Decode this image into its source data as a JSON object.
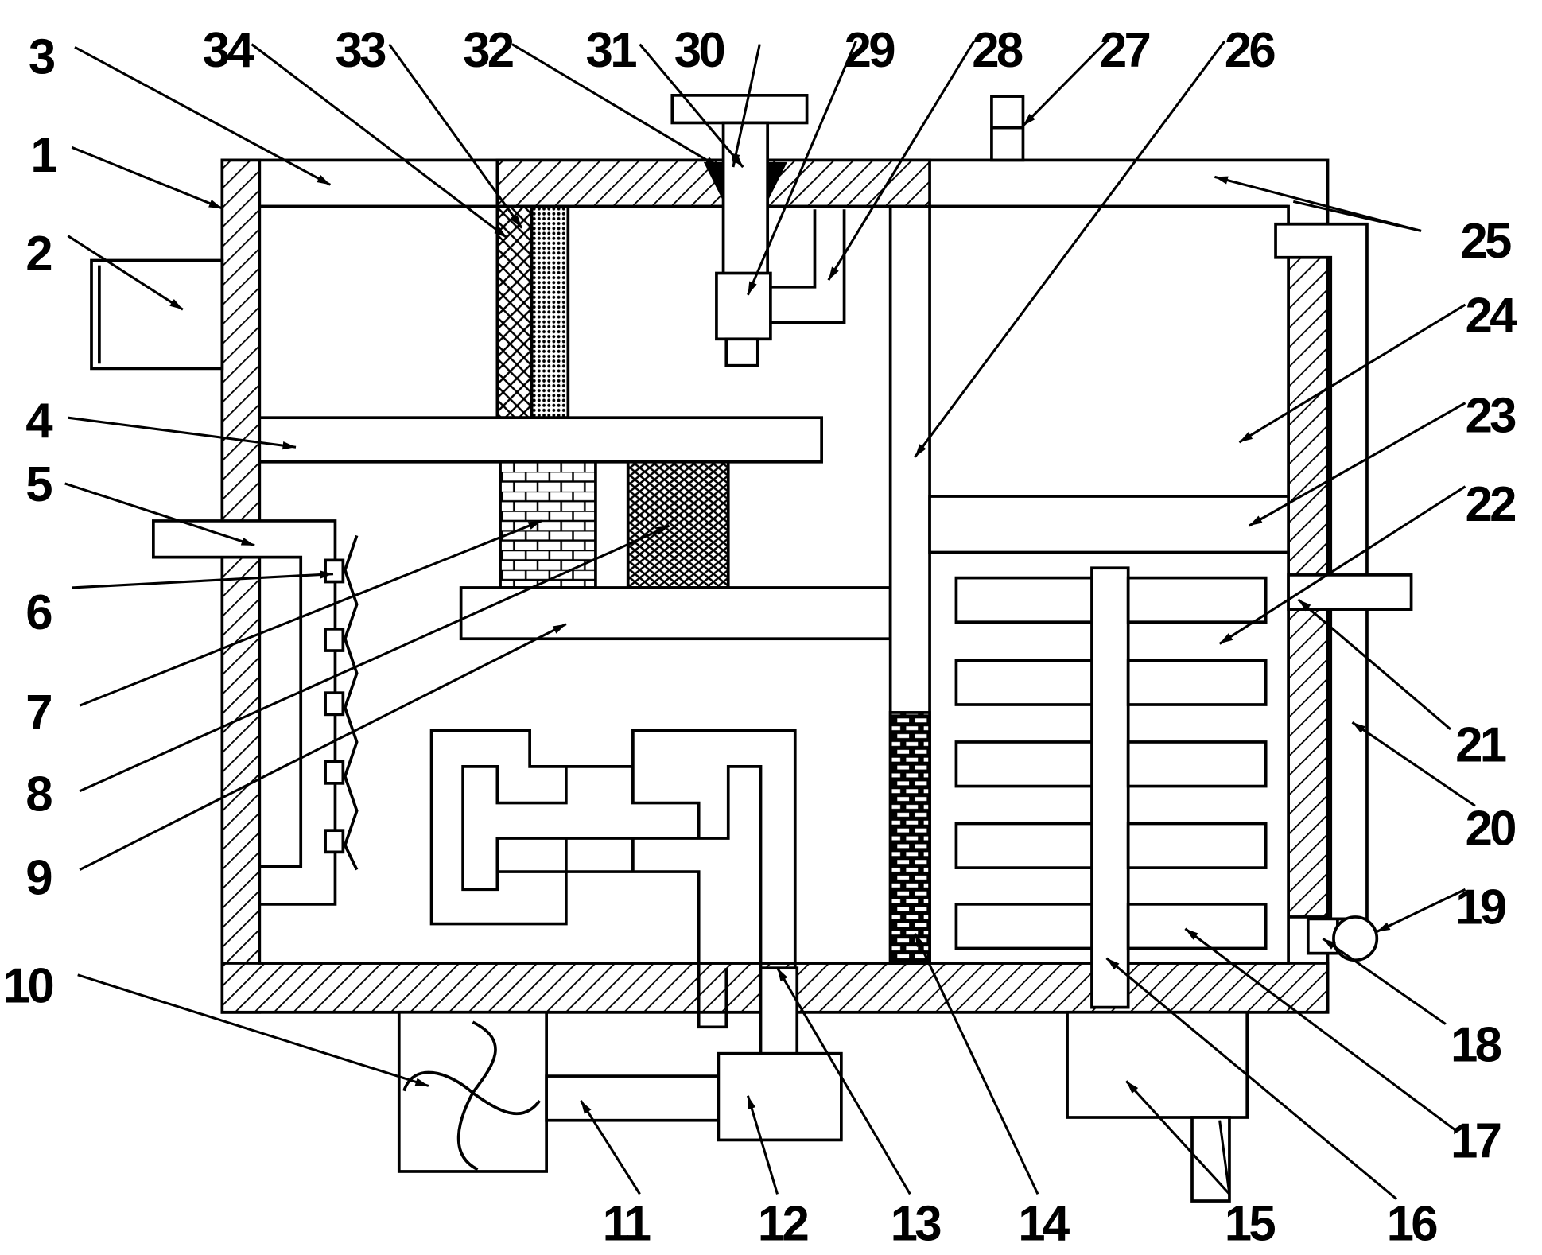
{
  "figure": {
    "type": "patent-schematic",
    "labels": [
      "1",
      "2",
      "3",
      "4",
      "5",
      "6",
      "7",
      "8",
      "9",
      "10",
      "11",
      "12",
      "13",
      "14",
      "15",
      "16",
      "17",
      "18",
      "19",
      "20",
      "21",
      "22",
      "23",
      "24",
      "25",
      "26",
      "27",
      "28",
      "29",
      "30",
      "31",
      "32",
      "33",
      "34"
    ]
  }
}
